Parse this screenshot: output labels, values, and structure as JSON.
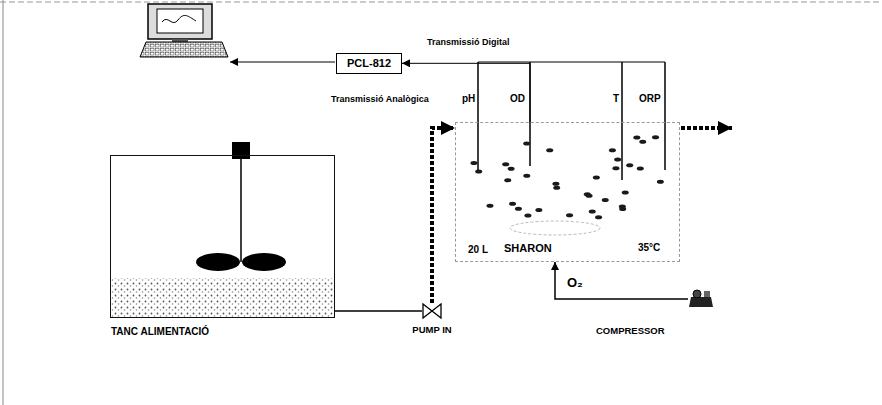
{
  "diagram": {
    "nodes": [
      {
        "text": [
          "PCL-812"
        ]
      },
      {
        "text": [
          "TANC ALIMENTACIÓ"
        ]
      },
      {
        "text": [
          "PUMP IN"
        ]
      },
      {
        "text": [
          "SHARON",
          "20 L",
          "35°C"
        ]
      },
      {
        "text": [
          "COMPRESSOR"
        ]
      }
    ],
    "edges": [
      {
        "from": 1,
        "to": 2,
        "arrow": "none"
      },
      {
        "from": 2,
        "to": 3,
        "arrow": "to"
      },
      {
        "from": 4,
        "to": 3,
        "label": "O₂",
        "arrow": "to"
      },
      {
        "from": 3,
        "to": 0,
        "label": "Transmissió Digital",
        "arrow": "to"
      }
    ],
    "labels": [
      "Transmissió Analògica",
      "pH",
      "OD",
      "T",
      "ORP"
    ]
  }
}
